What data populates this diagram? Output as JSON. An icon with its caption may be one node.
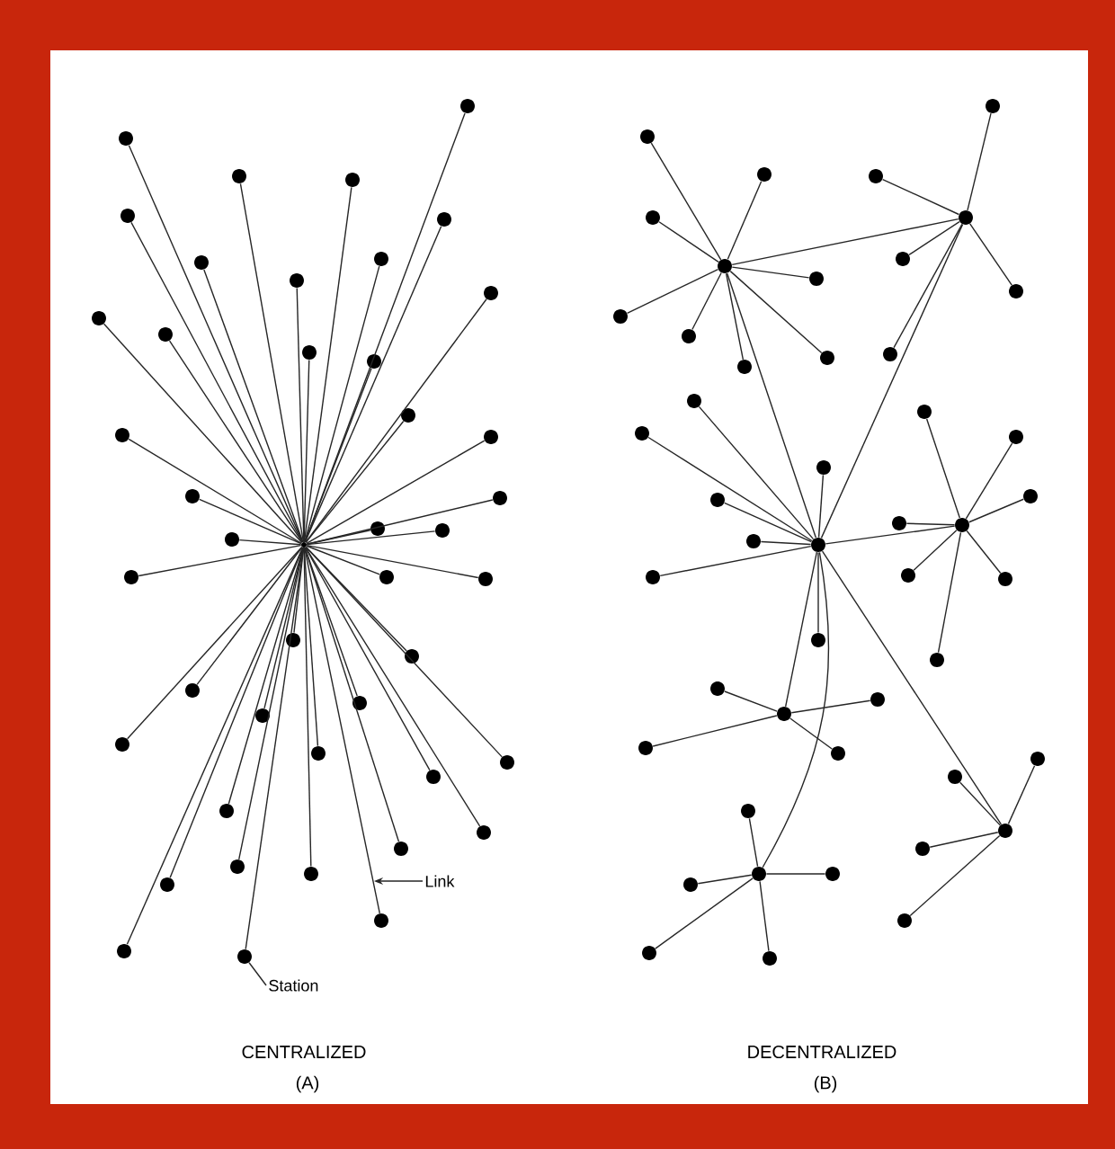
{
  "diagram": {
    "nodes": [
      {
        "text": [],
        "shape": "circle"
      },
      {
        "text": [],
        "shape": "circle"
      },
      {
        "text": [],
        "shape": "circle"
      },
      {
        "text": [],
        "shape": "circle"
      },
      {
        "text": [],
        "shape": "circle"
      },
      {
        "text": [],
        "shape": "circle"
      },
      {
        "text": [],
        "shape": "circle"
      },
      {
        "text": [],
        "shape": "circle"
      },
      {
        "text": [],
        "shape": "circle"
      },
      {
        "text": [],
        "shape": "circle"
      },
      {
        "text": [],
        "shape": "circle"
      },
      {
        "text": [],
        "shape": "circle"
      },
      {
        "text": [],
        "shape": "circle"
      },
      {
        "text": [],
        "shape": "circle"
      },
      {
        "text": [],
        "shape": "circle"
      },
      {
        "text": [],
        "shape": "circle"
      },
      {
        "text": [],
        "shape": "circle"
      },
      {
        "text": [],
        "shape": "circle"
      },
      {
        "text": [],
        "shape": "circle"
      },
      {
        "text": [],
        "shape": "circle"
      },
      {
        "text": [],
        "shape": "circle"
      },
      {
        "text": [],
        "shape": "circle"
      },
      {
        "text": [],
        "shape": "circle"
      },
      {
        "text": [],
        "shape": "circle"
      },
      {
        "text": [],
        "shape": "circle"
      },
      {
        "text": [],
        "shape": "circle"
      },
      {
        "text": [],
        "shape": "circle"
      },
      {
        "text": [],
        "shape": "circle"
      },
      {
        "text": [],
        "shape": "circle"
      },
      {
        "text": [],
        "shape": "circle"
      },
      {
        "text": [],
        "shape": "circle"
      },
      {
        "text": [],
        "shape": "circle"
      },
      {
        "text": [],
        "shape": "circle"
      },
      {
        "text": [],
        "shape": "circle"
      },
      {
        "text": [],
        "shape": "circle"
      },
      {
        "text": [],
        "shape": "circle"
      },
      {
        "text": [],
        "shape": "circle"
      },
      {
        "text": [],
        "shape": "circle"
      },
      {
        "text": [],
        "shape": "circle"
      },
      {
        "text": [],
        "shape": "circle"
      },
      {
        "text": [],
        "shape": "circle"
      },
      {
        "text": [],
        "shape": "circle"
      },
      {
        "text": [],
        "shape": "circle"
      },
      {
        "text": [],
        "shape": "circle"
      },
      {
        "text": [
          "Station"
        ]
      },
      {
        "text": [
          "Link"
        ]
      },
      {
        "text": [],
        "shape": "circle"
      },
      {
        "text": [],
        "shape": "circle"
      },
      {
        "text": [],
        "shape": "circle"
      },
      {
        "text": [],
        "shape": "circle"
      },
      {
        "text": [],
        "shape": "circle"
      },
      {
        "text": [],
        "shape": "circle"
      },
      {
        "text": [],
        "shape": "circle"
      },
      {
        "text": [],
        "shape": "circle"
      },
      {
        "text": [],
        "shape": "circle"
      },
      {
        "text": [],
        "shape": "circle"
      },
      {
        "text": [],
        "shape": "circle"
      },
      {
        "text": [],
        "shape": "circle"
      },
      {
        "text": [],
        "shape": "circle"
      },
      {
        "text": [],
        "shape": "circle"
      },
      {
        "text": [],
        "shape": "circle"
      },
      {
        "text": [],
        "shape": "circle"
      },
      {
        "text": [],
        "shape": "circle"
      },
      {
        "text": [],
        "shape": "circle"
      },
      {
        "text": [],
        "shape": "circle"
      },
      {
        "text": [],
        "shape": "circle"
      },
      {
        "text": [],
        "shape": "circle"
      },
      {
        "text": [],
        "shape": "circle"
      },
      {
        "text": [],
        "shape": "circle"
      },
      {
        "text": [],
        "shape": "circle"
      },
      {
        "text": [],
        "shape": "circle"
      },
      {
        "text": [],
        "shape": "circle"
      },
      {
        "text": [],
        "shape": "circle"
      },
      {
        "text": [],
        "shape": "circle"
      },
      {
        "text": [],
        "shape": "circle"
      },
      {
        "text": [],
        "shape": "circle"
      },
      {
        "text": [],
        "shape": "circle"
      },
      {
        "text": [],
        "shape": "circle"
      },
      {
        "text": [],
        "shape": "circle"
      },
      {
        "text": [],
        "shape": "circle"
      },
      {
        "text": [],
        "shape": "circle"
      },
      {
        "text": [],
        "shape": "circle"
      },
      {
        "text": [],
        "shape": "circle"
      },
      {
        "text": [],
        "shape": "circle"
      },
      {
        "text": [],
        "shape": "circle"
      },
      {
        "text": [],
        "shape": "circle"
      },
      {
        "text": [],
        "shape": "circle"
      },
      {
        "text": [],
        "shape": "circle"
      },
      {
        "text": [],
        "shape": "circle"
      },
      {
        "text": [],
        "shape": "circle"
      },
      {
        "text": [],
        "shape": "circle"
      },
      {
        "text": [],
        "shape": "circle"
      },
      {
        "text": [],
        "shape": "circle"
      }
    ],
    "edges": [
      {
        "from": 0,
        "to": 1,
        "arrow": "none"
      },
      {
        "from": 0,
        "to": 2,
        "arrow": "none"
      },
      {
        "from": 0,
        "to": 3,
        "arrow": "none"
      },
      {
        "from": 0,
        "to": 4,
        "arrow": "none"
      },
      {
        "from": 0,
        "to": 5,
        "arrow": "none"
      },
      {
        "from": 0,
        "to": 6,
        "arrow": "none"
      },
      {
        "from": 0,
        "to": 7,
        "arrow": "none"
      },
      {
        "from": 0,
        "to": 8,
        "arrow": "none"
      },
      {
        "from": 0,
        "to": 9,
        "arrow": "none"
      },
      {
        "from": 0,
        "to": 10,
        "arrow": "none"
      },
      {
        "from": 0,
        "to": 11,
        "arrow": "none"
      },
      {
        "from": 0,
        "to": 12,
        "arrow": "none"
      },
      {
        "from": 0,
        "to": 13,
        "arrow": "none"
      },
      {
        "from": 0,
        "to": 14,
        "arrow": "none"
      },
      {
        "from": 0,
        "to": 15,
        "arrow": "none"
      },
      {
        "from": 0,
        "to": 16,
        "arrow": "none"
      },
      {
        "from": 0,
        "to": 17,
        "arrow": "none"
      },
      {
        "from": 0,
        "to": 18,
        "arrow": "none"
      },
      {
        "from": 0,
        "to": 19,
        "arrow": "none"
      },
      {
        "from": 0,
        "to": 20,
        "arrow": "none"
      },
      {
        "from": 0,
        "to": 21,
        "arrow": "none"
      },
      {
        "from": 0,
        "to": 22,
        "arrow": "none"
      },
      {
        "from": 0,
        "to": 23,
        "arrow": "none"
      },
      {
        "from": 0,
        "to": 24,
        "arrow": "none"
      },
      {
        "from": 0,
        "to": 25,
        "arrow": "none"
      },
      {
        "from": 0,
        "to": 26,
        "arrow": "none"
      },
      {
        "from": 0,
        "to": 27,
        "arrow": "none"
      },
      {
        "from": 0,
        "to": 28,
        "arrow": "none"
      },
      {
        "from": 0,
        "to": 29,
        "arrow": "none"
      },
      {
        "from": 0,
        "to": 30,
        "arrow": "none"
      },
      {
        "from": 0,
        "to": 31,
        "arrow": "none"
      },
      {
        "from": 0,
        "to": 32,
        "arrow": "none"
      },
      {
        "from": 0,
        "to": 33,
        "arrow": "none"
      },
      {
        "from": 0,
        "to": 34,
        "arrow": "none"
      },
      {
        "from": 0,
        "to": 35,
        "arrow": "none"
      },
      {
        "from": 0,
        "to": 36,
        "arrow": "none"
      },
      {
        "from": 0,
        "to": 37,
        "arrow": "none"
      },
      {
        "from": 0,
        "to": 38,
        "arrow": "none"
      },
      {
        "from": 0,
        "to": 39,
        "arrow": "none"
      },
      {
        "from": 0,
        "to": 40,
        "arrow": "none"
      },
      {
        "from": 0,
        "to": 41,
        "arrow": "none"
      },
      {
        "from": 0,
        "to": 42,
        "arrow": "none"
      },
      {
        "from": 0,
        "to": 43,
        "arrow": "none"
      },
      {
        "from": 44,
        "to": 43,
        "arrow": "none"
      },
      {
        "from": 45,
        "to": null,
        "arrow": "to"
      },
      {
        "from": 46,
        "to": 47,
        "arrow": "none"
      },
      {
        "from": 46,
        "to": 48,
        "arrow": "none"
      },
      {
        "from": 46,
        "to": 49,
        "arrow": "none"
      },
      {
        "from": 46,
        "to": 50,
        "arrow": "none"
      },
      {
        "from": 46,
        "to": 51,
        "arrow": "none"
      },
      {
        "from": 46,
        "to": 52,
        "arrow": "none"
      },
      {
        "from": 46,
        "to": 53,
        "arrow": "none"
      },
      {
        "from": 46,
        "to": 54,
        "arrow": "none"
      },
      {
        "from": 55,
        "to": 56,
        "arrow": "none"
      },
      {
        "from": 55,
        "to": 57,
        "arrow": "none"
      },
      {
        "from": 55,
        "to": 58,
        "arrow": "none"
      },
      {
        "from": 55,
        "to": 59,
        "arrow": "none"
      },
      {
        "from": 55,
        "to": 60,
        "arrow": "none"
      },
      {
        "from": 46,
        "to": 55,
        "arrow": "none"
      },
      {
        "from": 61,
        "to": 46,
        "arrow": "none"
      },
      {
        "from": 61,
        "to": 55,
        "arrow": "none"
      },
      {
        "from": 61,
        "to": 62,
        "arrow": "none"
      },
      {
        "from": 61,
        "to": 63,
        "arrow": "none"
      },
      {
        "from": 61,
        "to": 64,
        "arrow": "none"
      },
      {
        "from": 61,
        "to": 65,
        "arrow": "none"
      },
      {
        "from": 61,
        "to": 66,
        "arrow": "none"
      },
      {
        "from": 61,
        "to": 67,
        "arrow": "none"
      },
      {
        "from": 61,
        "to": 68,
        "arrow": "none"
      },
      {
        "from": 61,
        "to": 69,
        "arrow": "none"
      },
      {
        "from": 69,
        "to": 70,
        "arrow": "none"
      },
      {
        "from": 69,
        "to": 71,
        "arrow": "none"
      },
      {
        "from": 69,
        "to": 72,
        "arrow": "none"
      },
      {
        "from": 69,
        "to": 73,
        "arrow": "none"
      },
      {
        "from": 69,
        "to": 74,
        "arrow": "none"
      },
      {
        "from": 69,
        "to": 75,
        "arrow": "none"
      },
      {
        "from": 69,
        "to": 76,
        "arrow": "none"
      },
      {
        "from": 61,
        "to": 77,
        "arrow": "none"
      },
      {
        "from": 77,
        "to": 78,
        "arrow": "none"
      },
      {
        "from": 77,
        "to": 79,
        "arrow": "none"
      },
      {
        "from": 77,
        "to": 80,
        "arrow": "none"
      },
      {
        "from": 77,
        "to": 81,
        "arrow": "none"
      },
      {
        "from": 61,
        "to": 82,
        "arrow": "none"
      },
      {
        "from": 82,
        "to": 83,
        "arrow": "none"
      },
      {
        "from": 82,
        "to": 84,
        "arrow": "none"
      },
      {
        "from": 82,
        "to": 85,
        "arrow": "none"
      },
      {
        "from": 82,
        "to": 86,
        "arrow": "none"
      },
      {
        "from": 82,
        "to": 87,
        "arrow": "none"
      },
      {
        "from": 61,
        "to": 88,
        "arrow": "none"
      },
      {
        "from": 88,
        "to": 89,
        "arrow": "none"
      },
      {
        "from": 88,
        "to": 90,
        "arrow": "none"
      },
      {
        "from": 88,
        "to": 91,
        "arrow": "none"
      },
      {
        "from": 88,
        "to": 92,
        "arrow": "none"
      }
    ],
    "labels": [
      "CENTRALIZED",
      "(A)",
      "DECENTRALIZED",
      "(B)"
    ]
  }
}
